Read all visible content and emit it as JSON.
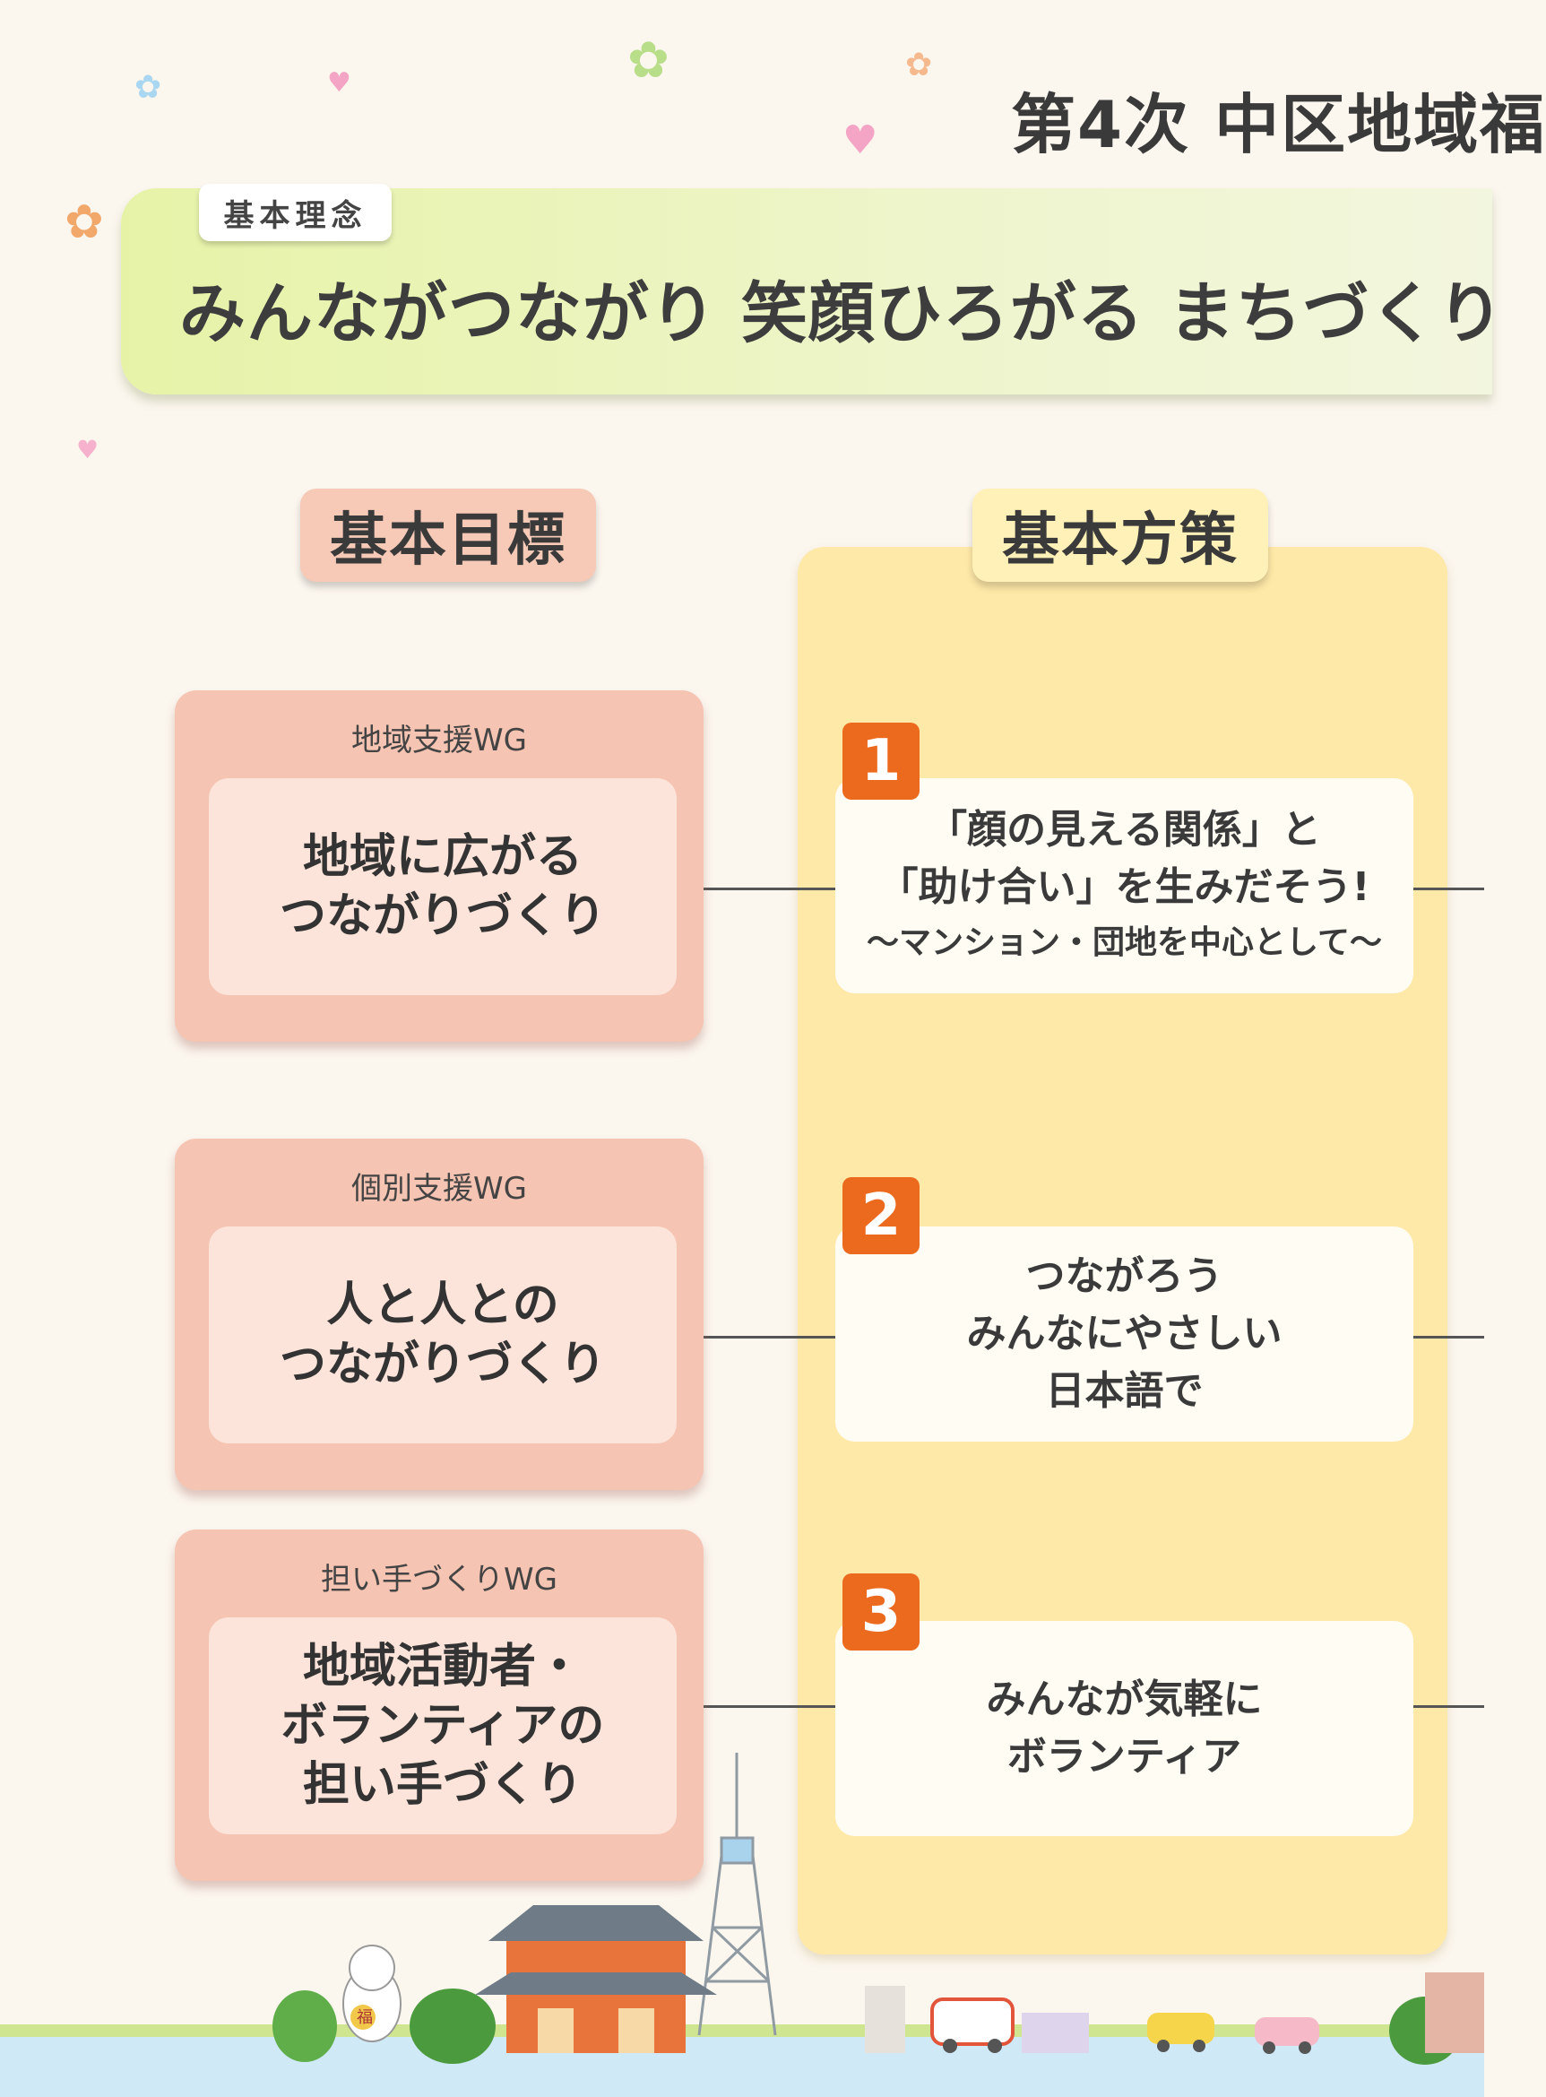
{
  "header": {
    "plan_title": "第4次 中区地域福",
    "tag": "基本理念",
    "slogan": "みんながつながり 笑顔ひろがる まちづくり"
  },
  "columns": {
    "goals_heading": "基本目標",
    "policies_heading": "基本方策"
  },
  "goals": [
    {
      "wg": "地域支援WG",
      "text": "地域に広がる\nつながりづくり"
    },
    {
      "wg": "個別支援WG",
      "text": "人と人との\nつながりづくり"
    },
    {
      "wg": "担い手づくりWG",
      "text": "地域活動者・\nボランティアの\n担い手づくり"
    }
  ],
  "policies": [
    {
      "number": "1",
      "line1": "「顔の見える関係」と",
      "line2": "「助け合い」を生みだそう!",
      "sub": "〜マンション・団地を中心として〜"
    },
    {
      "number": "2",
      "line1": "つながろう",
      "line2": "みんなにやさしい",
      "line3": "日本語で"
    },
    {
      "number": "3",
      "line1": "みんなが気軽に",
      "line2": "ボランティア"
    }
  ],
  "illustration": {
    "shop_sign": "福"
  },
  "colors": {
    "accent_orange": "#ec6a1e",
    "goal_card": "#f6c4b2",
    "policy_column": "#ffe9a8",
    "banner_green": "#e6f3a7"
  }
}
